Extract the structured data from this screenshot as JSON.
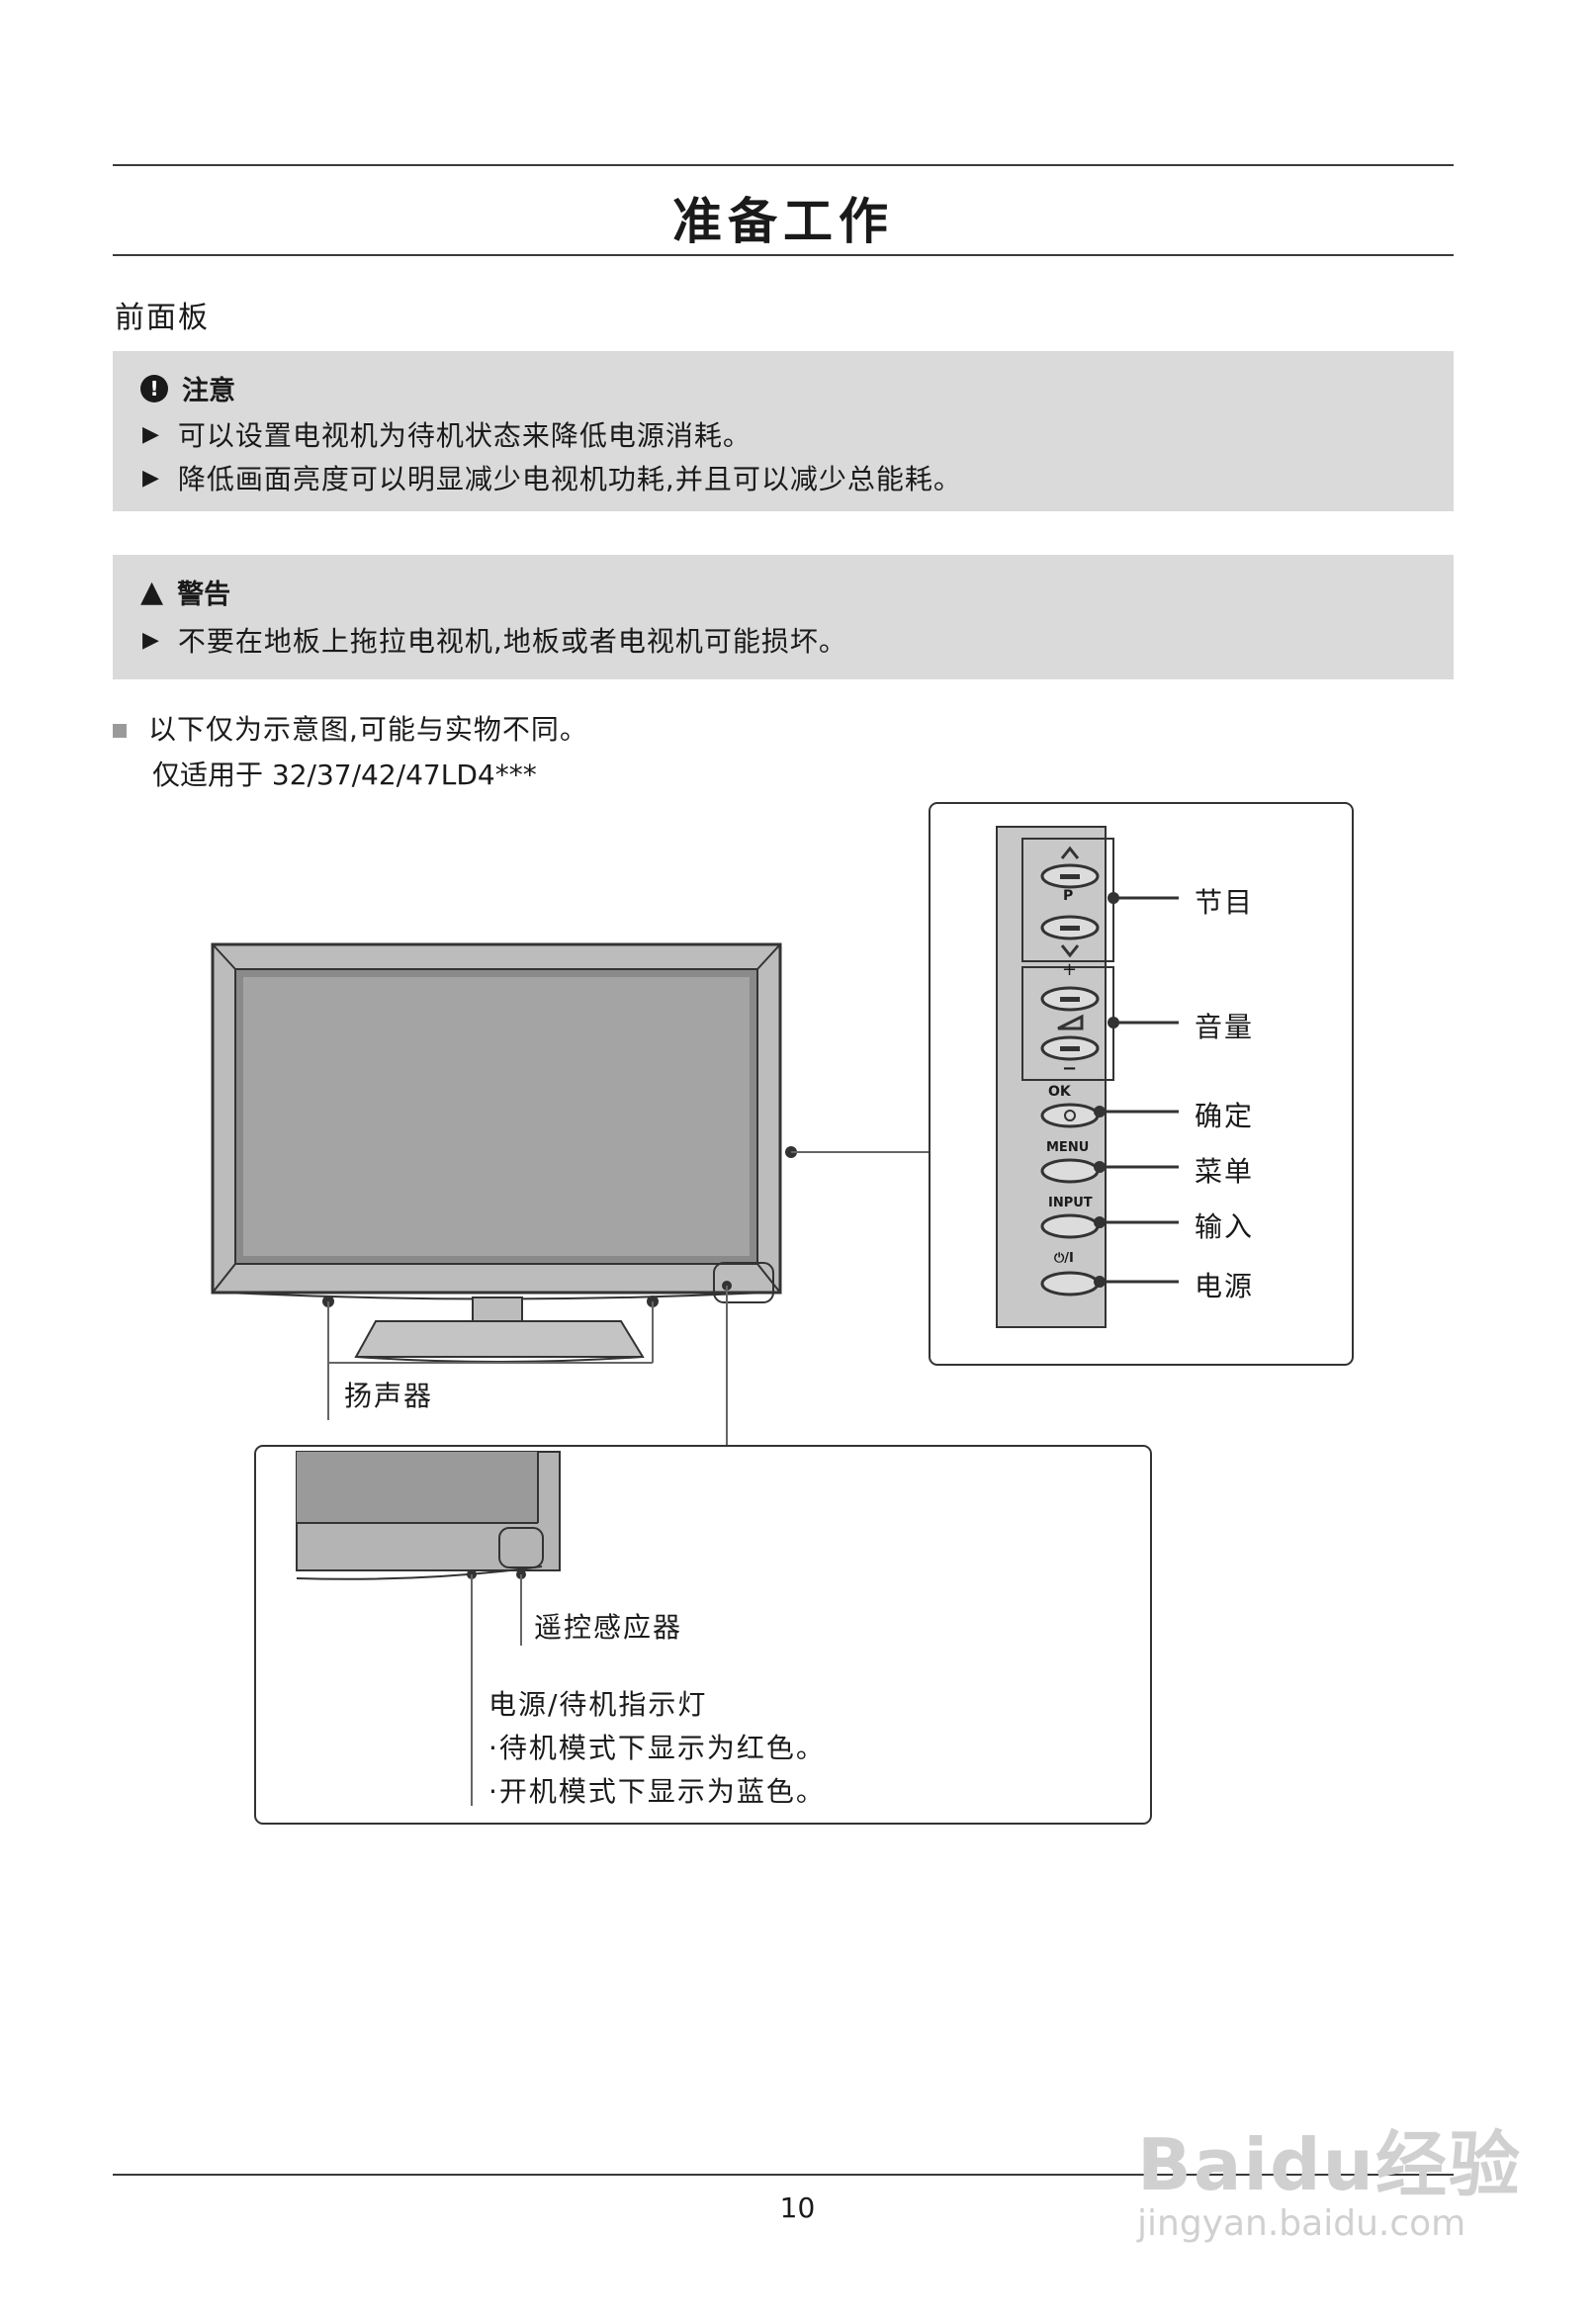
{
  "page": {
    "title": "准备工作",
    "section": "前面板",
    "page_number": "10"
  },
  "caution": {
    "icon": "caution-icon",
    "heading": "注意",
    "items": [
      "可以设置电视机为待机状态来降低电源消耗。",
      "降低画面亮度可以明显减少电视机功耗,并且可以减少总能耗。"
    ]
  },
  "warning": {
    "icon": "warning-icon",
    "heading": "警告",
    "items": [
      "不要在地板上拖拉电视机,地板或者电视机可能损坏。"
    ]
  },
  "notes": {
    "line1": "以下仅为示意图,可能与实物不同。",
    "line2": "仅适用于 32/37/42/47LD4***"
  },
  "diagram": {
    "panel_labels": {
      "program": "节目",
      "volume": "音量",
      "ok": "确定",
      "menu": "菜单",
      "input": "输入",
      "power": "电源"
    },
    "button_marks": {
      "p": "P",
      "plus": "+",
      "minus": "−",
      "ok": "OK",
      "menu": "MENU",
      "input": "INPUT",
      "power": "⏻/I"
    },
    "speaker_label": "扬声器",
    "sensor_label": "遥控感应器",
    "indicator_title": "电源/待机指示灯",
    "indicator_line1": "·待机模式下显示为红色。",
    "indicator_line2": "·开机模式下显示为蓝色。"
  },
  "watermark": {
    "brand": "Baidu经验",
    "url": "jingyan.baidu.com"
  }
}
